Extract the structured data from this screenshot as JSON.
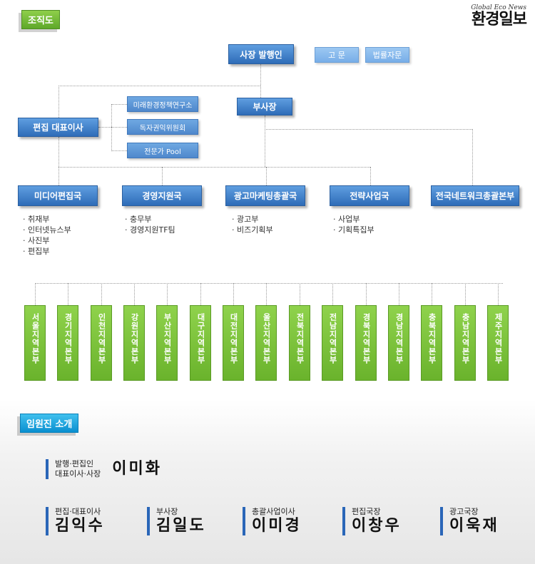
{
  "section_org": "조직도",
  "section_exec": "임원진 소개",
  "logo": {
    "sub": "Global Eco News",
    "main": "환경일보"
  },
  "org": {
    "president": "사장 발행인",
    "advisor": "고 문",
    "legal": "법률자문",
    "vice_president": "부사장",
    "editor_ceo": "편집 대표이사",
    "institute": "미래환경정책연구소",
    "reader_committee": "독자권익위원회",
    "expert_pool": "전문가 Pool",
    "departments": [
      {
        "name": "미디어편집국",
        "subs": [
          "취재부",
          "인터넷뉴스부",
          "사진부",
          "편집부"
        ]
      },
      {
        "name": "경영지원국",
        "subs": [
          "충무부",
          "경영지원TF팀"
        ]
      },
      {
        "name": "광고마케팅총괄국",
        "subs": [
          "광고부",
          "비즈기획부"
        ]
      },
      {
        "name": "전략사업국",
        "subs": [
          "사업부",
          "기획특집부"
        ]
      },
      {
        "name": "전국네트워크총괄본부",
        "subs": []
      }
    ],
    "regions": [
      "서울지역본부",
      "경기지역본부",
      "인천지역본부",
      "강원지역본부",
      "부산지역본부",
      "대구지역본부",
      "대전지역본부",
      "울산지역본부",
      "전북지역본부",
      "전남지역본부",
      "경북지역본부",
      "경남지역본부",
      "충북지역본부",
      "충남지역본부",
      "제주지역본부"
    ]
  },
  "executives": {
    "lead": {
      "title1": "발행·편집인",
      "title2": "대표이사·사장",
      "name": "이미화"
    },
    "others": [
      {
        "title": "편집·대표이사",
        "name": "김익수"
      },
      {
        "title": "부사장",
        "name": "김일도"
      },
      {
        "title": "총괄사업이사",
        "name": "이미경"
      },
      {
        "title": "편집국장",
        "name": "이창우"
      },
      {
        "title": "광고국장",
        "name": "이욱재"
      }
    ]
  },
  "colors": {
    "accent_blue": "#2e6cb8",
    "region_green": "#6ab32c",
    "tag_green": "#5ea82a",
    "tag_blue": "#0a8fd0"
  }
}
